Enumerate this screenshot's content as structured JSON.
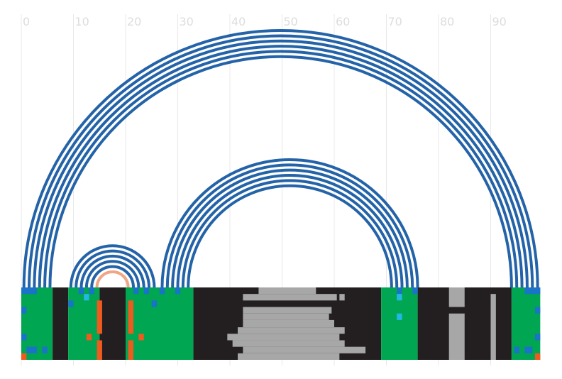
{
  "chart_data": {
    "type": "arc-diagram",
    "title": "",
    "xlabel": "",
    "ylabel": "",
    "x_range": [
      0,
      99
    ],
    "x_ticks": [
      0,
      10,
      20,
      30,
      40,
      50,
      60,
      70,
      80,
      90
    ],
    "x_tick_labels": [
      "0",
      "10",
      "20",
      "30",
      "40",
      "50",
      "60",
      "70",
      "80",
      "90"
    ],
    "grid": true,
    "colors": {
      "arc": "#2463a8",
      "arc_highlight": "#f0a585",
      "green": "#00a651",
      "black": "#231f20",
      "gray": "#a7a7a7",
      "blue": "#1a73c8",
      "cyan": "#22b8e6",
      "orange": "#f05a1e"
    },
    "arc_groups": [
      {
        "left_start": 0.5,
        "right_start": 99,
        "count": 6,
        "spacing": 1,
        "color": "arc"
      },
      {
        "left_start": 27,
        "right_start": 76,
        "count": 6,
        "spacing": 1,
        "color": "arc"
      },
      {
        "left_start": 9.5,
        "right_start": 25.5,
        "count": 5,
        "spacing": 1,
        "color": "arc"
      },
      {
        "left_start": 14.5,
        "right_start": 20.5,
        "count": 1,
        "spacing": 1,
        "color": "arc_highlight"
      }
    ],
    "track": {
      "segments": [
        {
          "x0": 0,
          "x1": 6,
          "y0": 0,
          "y1": 1,
          "color": "green"
        },
        {
          "x0": 6,
          "x1": 9,
          "y0": 0,
          "y1": 1,
          "color": "black"
        },
        {
          "x0": 9,
          "x1": 15,
          "y0": 0,
          "y1": 1,
          "color": "green"
        },
        {
          "x0": 15,
          "x1": 20,
          "y0": 0,
          "y1": 1,
          "color": "black"
        },
        {
          "x0": 20,
          "x1": 33,
          "y0": 0,
          "y1": 1,
          "color": "green"
        },
        {
          "x0": 33,
          "x1": 69,
          "y0": 0,
          "y1": 1,
          "color": "black"
        },
        {
          "x0": 69,
          "x1": 76,
          "y0": 0,
          "y1": 1,
          "color": "green"
        },
        {
          "x0": 76,
          "x1": 94,
          "y0": 0,
          "y1": 1,
          "color": "black"
        },
        {
          "x0": 94,
          "x1": 99.5,
          "y0": 0,
          "y1": 1,
          "color": "green"
        },
        {
          "x0": 45.5,
          "x1": 56.5,
          "y0": 0,
          "y1": 0.09,
          "color": "gray"
        },
        {
          "x0": 42.5,
          "x1": 60.5,
          "y0": 0.09,
          "y1": 0.18,
          "color": "gray"
        },
        {
          "x0": 61,
          "x1": 62,
          "y0": 0.09,
          "y1": 0.18,
          "color": "gray"
        },
        {
          "x0": 42.5,
          "x1": 59.5,
          "y0": 0.27,
          "y1": 0.36,
          "color": "gray"
        },
        {
          "x0": 42.5,
          "x1": 59,
          "y0": 0.36,
          "y1": 0.45,
          "color": "gray"
        },
        {
          "x0": 42.5,
          "x1": 60,
          "y0": 0.45,
          "y1": 0.55,
          "color": "gray"
        },
        {
          "x0": 41.5,
          "x1": 62,
          "y0": 0.55,
          "y1": 0.64,
          "color": "gray"
        },
        {
          "x0": 39.5,
          "x1": 61,
          "y0": 0.64,
          "y1": 0.73,
          "color": "gray"
        },
        {
          "x0": 40.5,
          "x1": 62,
          "y0": 0.73,
          "y1": 0.82,
          "color": "gray"
        },
        {
          "x0": 42.5,
          "x1": 66,
          "y0": 0.82,
          "y1": 0.91,
          "color": "gray"
        },
        {
          "x0": 41.5,
          "x1": 61,
          "y0": 0.91,
          "y1": 1,
          "color": "gray"
        },
        {
          "x0": 82,
          "x1": 85,
          "y0": 0,
          "y1": 0.27,
          "color": "gray"
        },
        {
          "x0": 82,
          "x1": 85,
          "y0": 0.36,
          "y1": 1,
          "color": "gray"
        },
        {
          "x0": 90,
          "x1": 91,
          "y0": 0.09,
          "y1": 1,
          "color": "gray"
        },
        {
          "x0": 14.5,
          "x1": 15.5,
          "y0": 0.18,
          "y1": 0.64,
          "color": "orange"
        },
        {
          "x0": 14.5,
          "x1": 15.5,
          "y0": 0.73,
          "y1": 1,
          "color": "orange"
        },
        {
          "x0": 20.5,
          "x1": 21.5,
          "y0": 0.18,
          "y1": 0.64,
          "color": "orange"
        },
        {
          "x0": 20.5,
          "x1": 21.5,
          "y0": 0.73,
          "y1": 1,
          "color": "orange"
        },
        {
          "x0": 12.5,
          "x1": 13.5,
          "y0": 0.64,
          "y1": 0.73,
          "color": "orange"
        },
        {
          "x0": 22.5,
          "x1": 23.5,
          "y0": 0.64,
          "y1": 0.73,
          "color": "orange"
        },
        {
          "x0": 0,
          "x1": 1,
          "y0": 0.91,
          "y1": 1,
          "color": "orange"
        },
        {
          "x0": 98.5,
          "x1": 99.5,
          "y0": 0.91,
          "y1": 1,
          "color": "orange"
        },
        {
          "x0": 0,
          "x1": 3,
          "y0": 0,
          "y1": 0.09,
          "color": "blue"
        },
        {
          "x0": 11,
          "x1": 12,
          "y0": 0,
          "y1": 0.09,
          "color": "blue"
        },
        {
          "x0": 13,
          "x1": 14,
          "y0": 0,
          "y1": 0.09,
          "color": "blue"
        },
        {
          "x0": 21.5,
          "x1": 22.5,
          "y0": 0,
          "y1": 0.09,
          "color": "blue"
        },
        {
          "x0": 23.5,
          "x1": 24.5,
          "y0": 0,
          "y1": 0.09,
          "color": "blue"
        },
        {
          "x0": 26.5,
          "x1": 27.5,
          "y0": 0,
          "y1": 0.09,
          "color": "blue"
        },
        {
          "x0": 29.5,
          "x1": 30.5,
          "y0": 0,
          "y1": 0.09,
          "color": "blue"
        },
        {
          "x0": 72,
          "x1": 73,
          "y0": 0,
          "y1": 0.09,
          "color": "blue"
        },
        {
          "x0": 75,
          "x1": 76,
          "y0": 0,
          "y1": 0.09,
          "color": "blue"
        },
        {
          "x0": 96.5,
          "x1": 99.5,
          "y0": 0,
          "y1": 0.09,
          "color": "blue"
        },
        {
          "x0": 9,
          "x1": 10,
          "y0": 0.18,
          "y1": 0.27,
          "color": "blue"
        },
        {
          "x0": 25,
          "x1": 26,
          "y0": 0.18,
          "y1": 0.27,
          "color": "blue"
        },
        {
          "x0": 0,
          "x1": 1,
          "y0": 0.27,
          "y1": 0.36,
          "color": "blue"
        },
        {
          "x0": 98.5,
          "x1": 99.5,
          "y0": 0.27,
          "y1": 0.36,
          "color": "blue"
        },
        {
          "x0": 0,
          "x1": 1,
          "y0": 0.64,
          "y1": 0.73,
          "color": "blue"
        },
        {
          "x0": 98.5,
          "x1": 99.5,
          "y0": 0.64,
          "y1": 0.73,
          "color": "blue"
        },
        {
          "x0": 1,
          "x1": 3,
          "y0": 0.82,
          "y1": 0.91,
          "color": "blue"
        },
        {
          "x0": 4,
          "x1": 5,
          "y0": 0.82,
          "y1": 0.91,
          "color": "blue"
        },
        {
          "x0": 94.5,
          "x1": 95.5,
          "y0": 0.82,
          "y1": 0.91,
          "color": "blue"
        },
        {
          "x0": 96.5,
          "x1": 98,
          "y0": 0.82,
          "y1": 0.91,
          "color": "blue"
        },
        {
          "x0": 12,
          "x1": 13,
          "y0": 0.09,
          "y1": 0.18,
          "color": "cyan"
        },
        {
          "x0": 72,
          "x1": 73,
          "y0": 0.09,
          "y1": 0.18,
          "color": "cyan"
        },
        {
          "x0": 72,
          "x1": 73,
          "y0": 0.36,
          "y1": 0.45,
          "color": "cyan"
        }
      ]
    }
  }
}
